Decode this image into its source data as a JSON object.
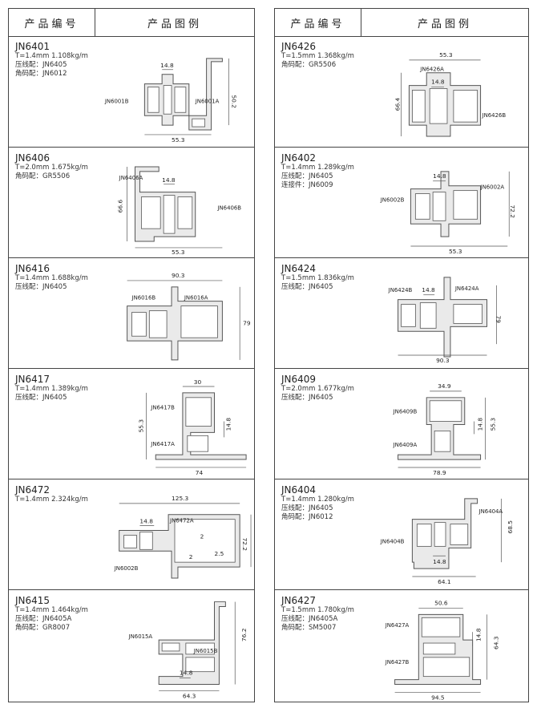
{
  "header": {
    "code_col": "产品编号",
    "figure_col": "产品图例"
  },
  "left": [
    {
      "code": "JN6401",
      "spec": "T=1.4mm  1.108kg/m",
      "lines": [
        "压线配：JN6405",
        "角码配：JN6012"
      ],
      "dims": [
        "14.8",
        "50.2",
        "55.3"
      ],
      "parts": [
        "JN6001B",
        "JN6001A"
      ]
    },
    {
      "code": "JN6406",
      "spec": "T=2.0mm  1.675kg/m",
      "lines": [
        "角码配：GR5506"
      ],
      "dims": [
        "14.8",
        "66.6",
        "55.3"
      ],
      "parts": [
        "JN6406A",
        "JN6406B"
      ]
    },
    {
      "code": "JN6416",
      "spec": "T=1.4mm  1.688kg/m",
      "lines": [
        "压线配：JN6405"
      ],
      "dims": [
        "90.3",
        "79"
      ],
      "parts": [
        "JN6016B",
        "JN6016A"
      ]
    },
    {
      "code": "JN6417",
      "spec": "T=1.4mm  1.389kg/m",
      "lines": [
        "压线配：JN6405"
      ],
      "dims": [
        "30",
        "55.3",
        "14.8",
        "74"
      ],
      "parts": [
        "JN6417B",
        "JN6417A"
      ]
    },
    {
      "code": "JN6472",
      "spec": "T=1.4mm  2.324kg/m",
      "lines": [],
      "dims": [
        "125.3",
        "14.8",
        "2",
        "72.2",
        "2",
        "2.5"
      ],
      "parts": [
        "JN6472A",
        "JN6002B"
      ]
    },
    {
      "code": "JN6415",
      "spec": "T=1.4mm  1.464kg/m",
      "lines": [
        "压线配：JN6405A",
        "角码配：GR8007"
      ],
      "dims": [
        "76.2",
        "14.8",
        "64.3"
      ],
      "parts": [
        "JN6015A",
        "JN6015B"
      ]
    }
  ],
  "right": [
    {
      "code": "JN6426",
      "spec": "T=1.5mm  1.368kg/m",
      "lines": [
        "角码配：GR5506"
      ],
      "dims": [
        "55.3",
        "14.8",
        "66.4"
      ],
      "parts": [
        "JN6426A",
        "JN6426B"
      ]
    },
    {
      "code": "JN6402",
      "spec": "T=1.4mm  1.289kg/m",
      "lines": [
        "压线配：JN6405",
        "连接件：JN6009"
      ],
      "dims": [
        "14.8",
        "72.2",
        "55.3"
      ],
      "parts": [
        "JN6002B",
        "JN6002A"
      ]
    },
    {
      "code": "JN6424",
      "spec": "T=1.5mm  1.836kg/m",
      "lines": [
        "压线配：JN6405"
      ],
      "dims": [
        "14.8",
        "79",
        "90.3"
      ],
      "parts": [
        "JN6424B",
        "JN6424A"
      ]
    },
    {
      "code": "JN6409",
      "spec": "T=2.0mm  1.677kg/m",
      "lines": [
        "压线配：JN6405"
      ],
      "dims": [
        "34.9",
        "14.8",
        "55.3",
        "78.9"
      ],
      "parts": [
        "JN6409B",
        "JN6409A"
      ]
    },
    {
      "code": "JN6404",
      "spec": "T=1.4mm  1.280kg/m",
      "lines": [
        "压线配：JN6405",
        "角码配：JN6012"
      ],
      "dims": [
        "68.5",
        "14.8",
        "64.1"
      ],
      "parts": [
        "JN6404A",
        "JN6404B"
      ]
    },
    {
      "code": "JN6427",
      "spec": "T=1.5mm  1.780kg/m",
      "lines": [
        "压线配：JN6405A",
        "角码配：SM5007"
      ],
      "dims": [
        "50.6",
        "14.8",
        "64.3",
        "94.5"
      ],
      "parts": [
        "JN6427A",
        "JN6427B"
      ]
    }
  ]
}
